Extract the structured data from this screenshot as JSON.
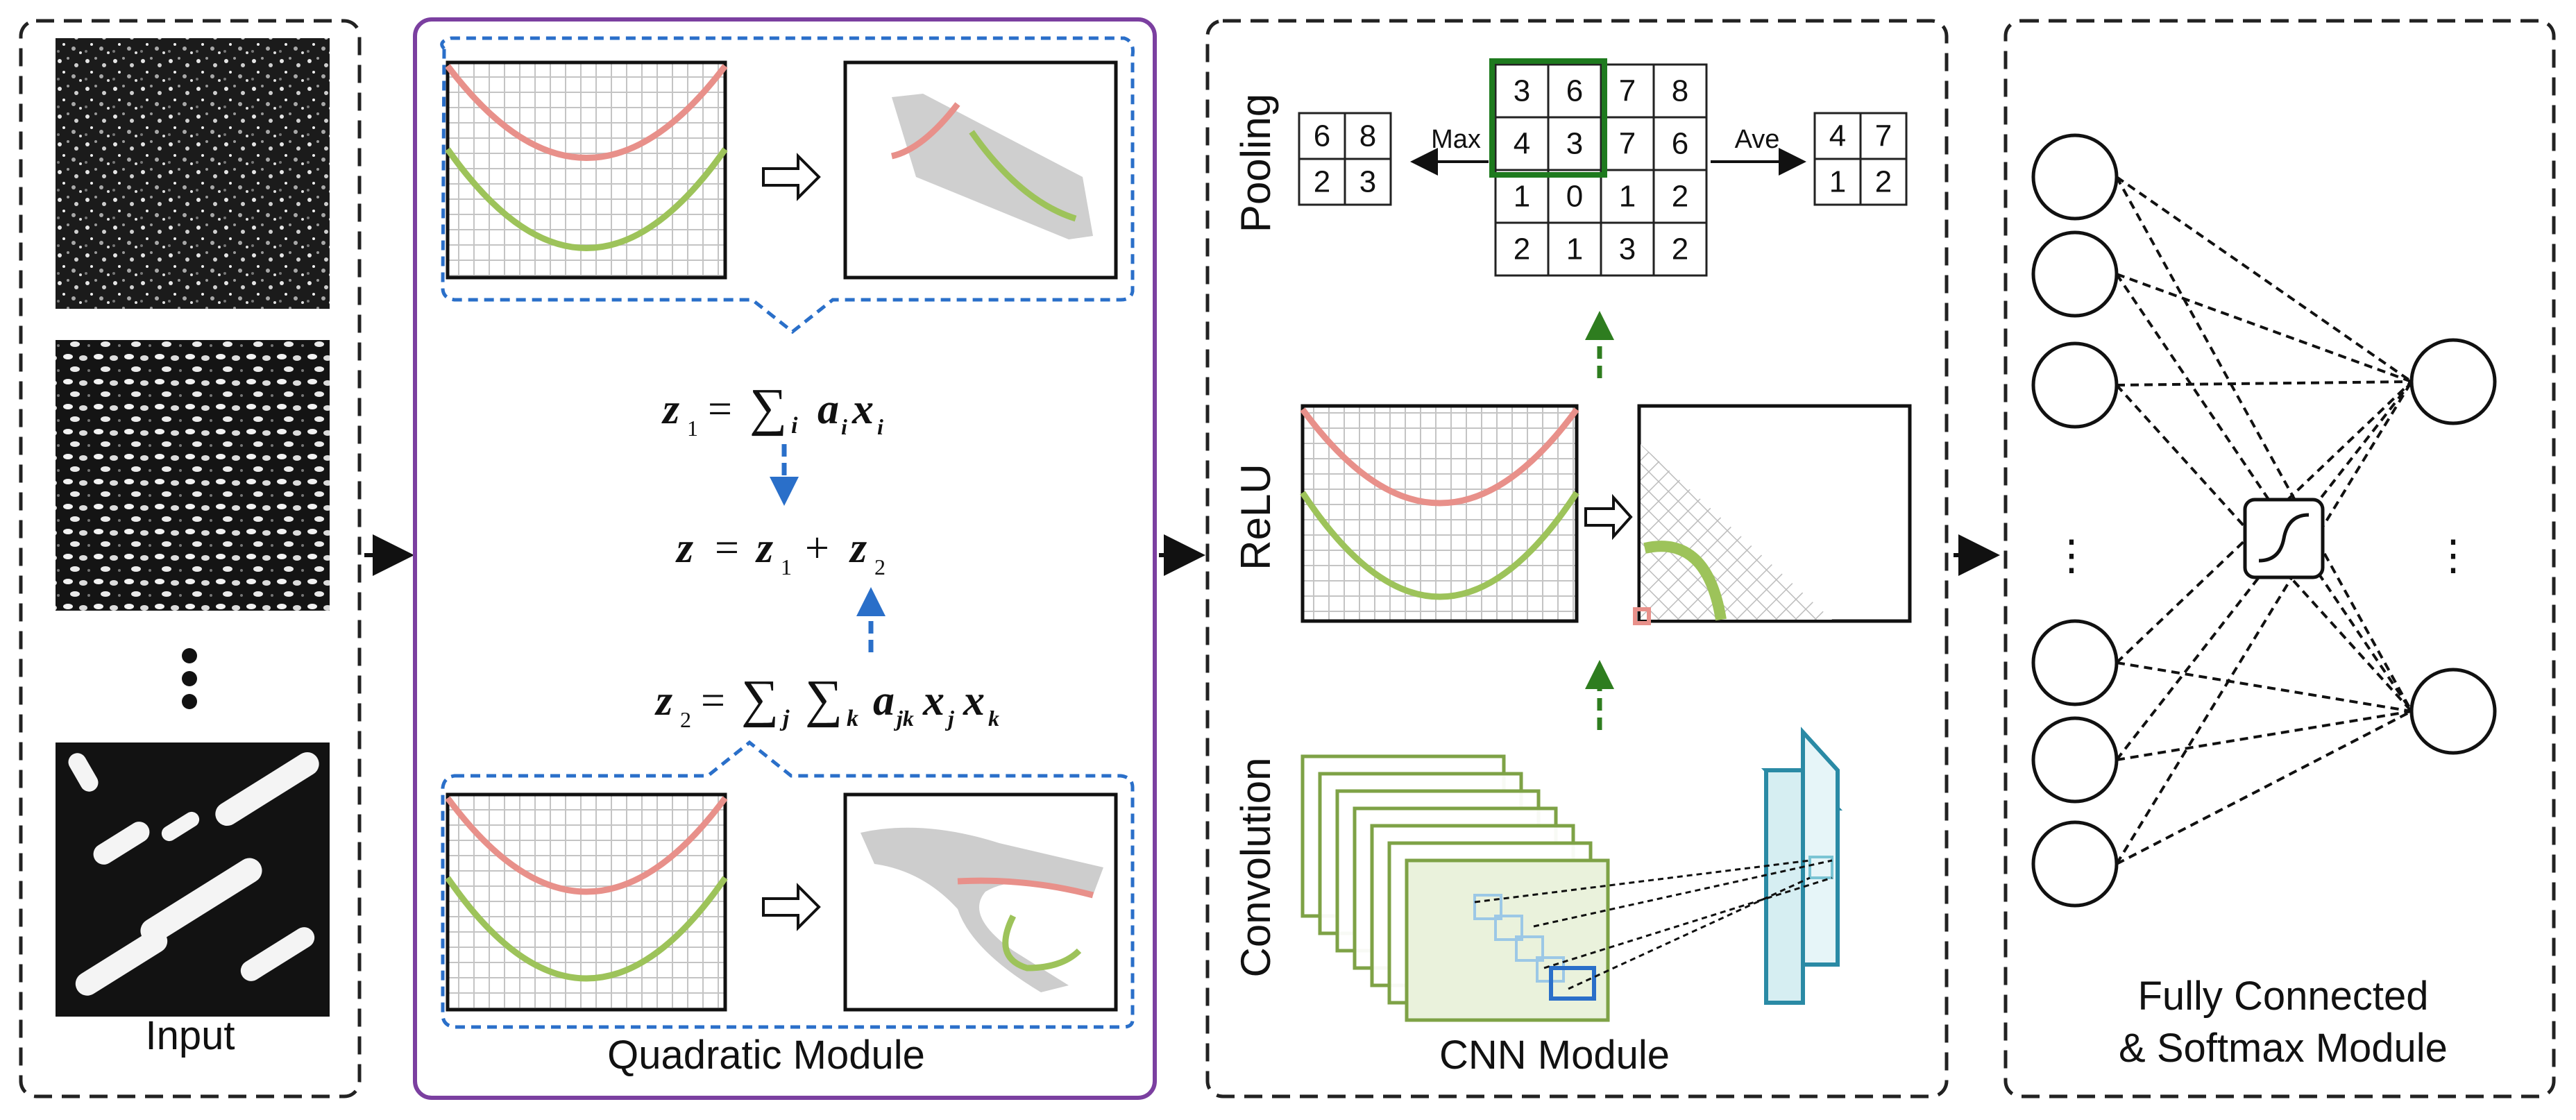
{
  "panels": {
    "input": {
      "title": "Input"
    },
    "quadratic": {
      "title": "Quadratic Module",
      "eq1": {
        "lhs": "z",
        "lhs_sub": "1",
        "eq": "=",
        "sum": "∑",
        "sum_sub": "i",
        "a": "a",
        "a_sub": "i",
        "x": "x",
        "x_sub": "i"
      },
      "eq_mid": {
        "z": "z",
        "eq": "=",
        "z1": "z",
        "z1_sub": "1",
        "plus": "+",
        "z2": "z",
        "z2_sub": "2"
      },
      "eq2": {
        "lhs": "z",
        "lhs_sub": "2",
        "eq": "=",
        "sum1": "∑",
        "sum1_sub": "j",
        "sum2": "∑",
        "sum2_sub": "k",
        "a": "a",
        "a_sub": "jk",
        "x1": "x",
        "x1_sub": "j",
        "x2": "x",
        "x2_sub": "k"
      }
    },
    "cnn": {
      "title": "CNN Module",
      "row_labels": {
        "pooling": "Pooling",
        "relu": "ReLU",
        "convolution": "Convolution"
      },
      "pooling": {
        "input_grid": [
          [
            "3",
            "6",
            "7",
            "8"
          ],
          [
            "4",
            "3",
            "7",
            "6"
          ],
          [
            "1",
            "0",
            "1",
            "2"
          ],
          [
            "2",
            "1",
            "3",
            "2"
          ]
        ],
        "max_label": "Max",
        "max_result": [
          [
            "6",
            "8"
          ],
          [
            "2",
            "3"
          ]
        ],
        "ave_label": "Ave",
        "ave_result": [
          [
            "4",
            "7"
          ],
          [
            "1",
            "2"
          ]
        ]
      }
    },
    "fc": {
      "title_line1": "Fully Connected",
      "title_line2": "& Softmax Module",
      "ellipsis": "⋮"
    }
  },
  "colors": {
    "red_curve": "#e8908a",
    "green_curve": "#9dc35a",
    "grid_gray": "#c8c8c8",
    "quadratic_border": "#7b3fa0",
    "blue_dashed": "#2a6fc9",
    "green_arrow": "#2e7d1f",
    "pool_window": "#1e7a1e",
    "conv_green": "#7ea246",
    "cube_teal": "#2a8aa5",
    "cube_fill": "#d6eef2"
  }
}
